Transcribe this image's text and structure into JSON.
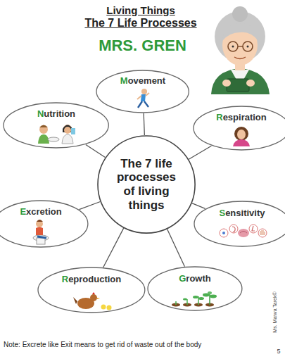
{
  "diagram": {
    "title": "Living Things",
    "nodes": [
      {
        "text": [
          "The 7 life processes of living things"
        ]
      },
      {
        "text": [
          "Movement"
        ]
      },
      {
        "text": [
          "Respiration"
        ]
      },
      {
        "text": [
          "Sensitivity"
        ]
      },
      {
        "text": [
          "Growth"
        ]
      },
      {
        "text": [
          "Reproduction"
        ]
      },
      {
        "text": [
          "Excretion"
        ]
      },
      {
        "text": [
          "Nutrition"
        ]
      }
    ],
    "edges": [
      {
        "from": 0,
        "to": 1,
        "arrow": "none"
      },
      {
        "from": 0,
        "to": 2,
        "arrow": "none"
      },
      {
        "from": 0,
        "to": 3,
        "arrow": "none"
      },
      {
        "from": 0,
        "to": 4,
        "arrow": "none"
      },
      {
        "from": 0,
        "to": 5,
        "arrow": "none"
      },
      {
        "from": 0,
        "to": 6,
        "arrow": "none"
      },
      {
        "from": 0,
        "to": 7,
        "arrow": "none"
      }
    ],
    "labels": [
      "The 7 Life Processes",
      "MRS. GREN",
      "Note: Excrete like Exit means to get rid of waste out of the body",
      "Ms. Marwa Tarek©",
      "5"
    ]
  }
}
